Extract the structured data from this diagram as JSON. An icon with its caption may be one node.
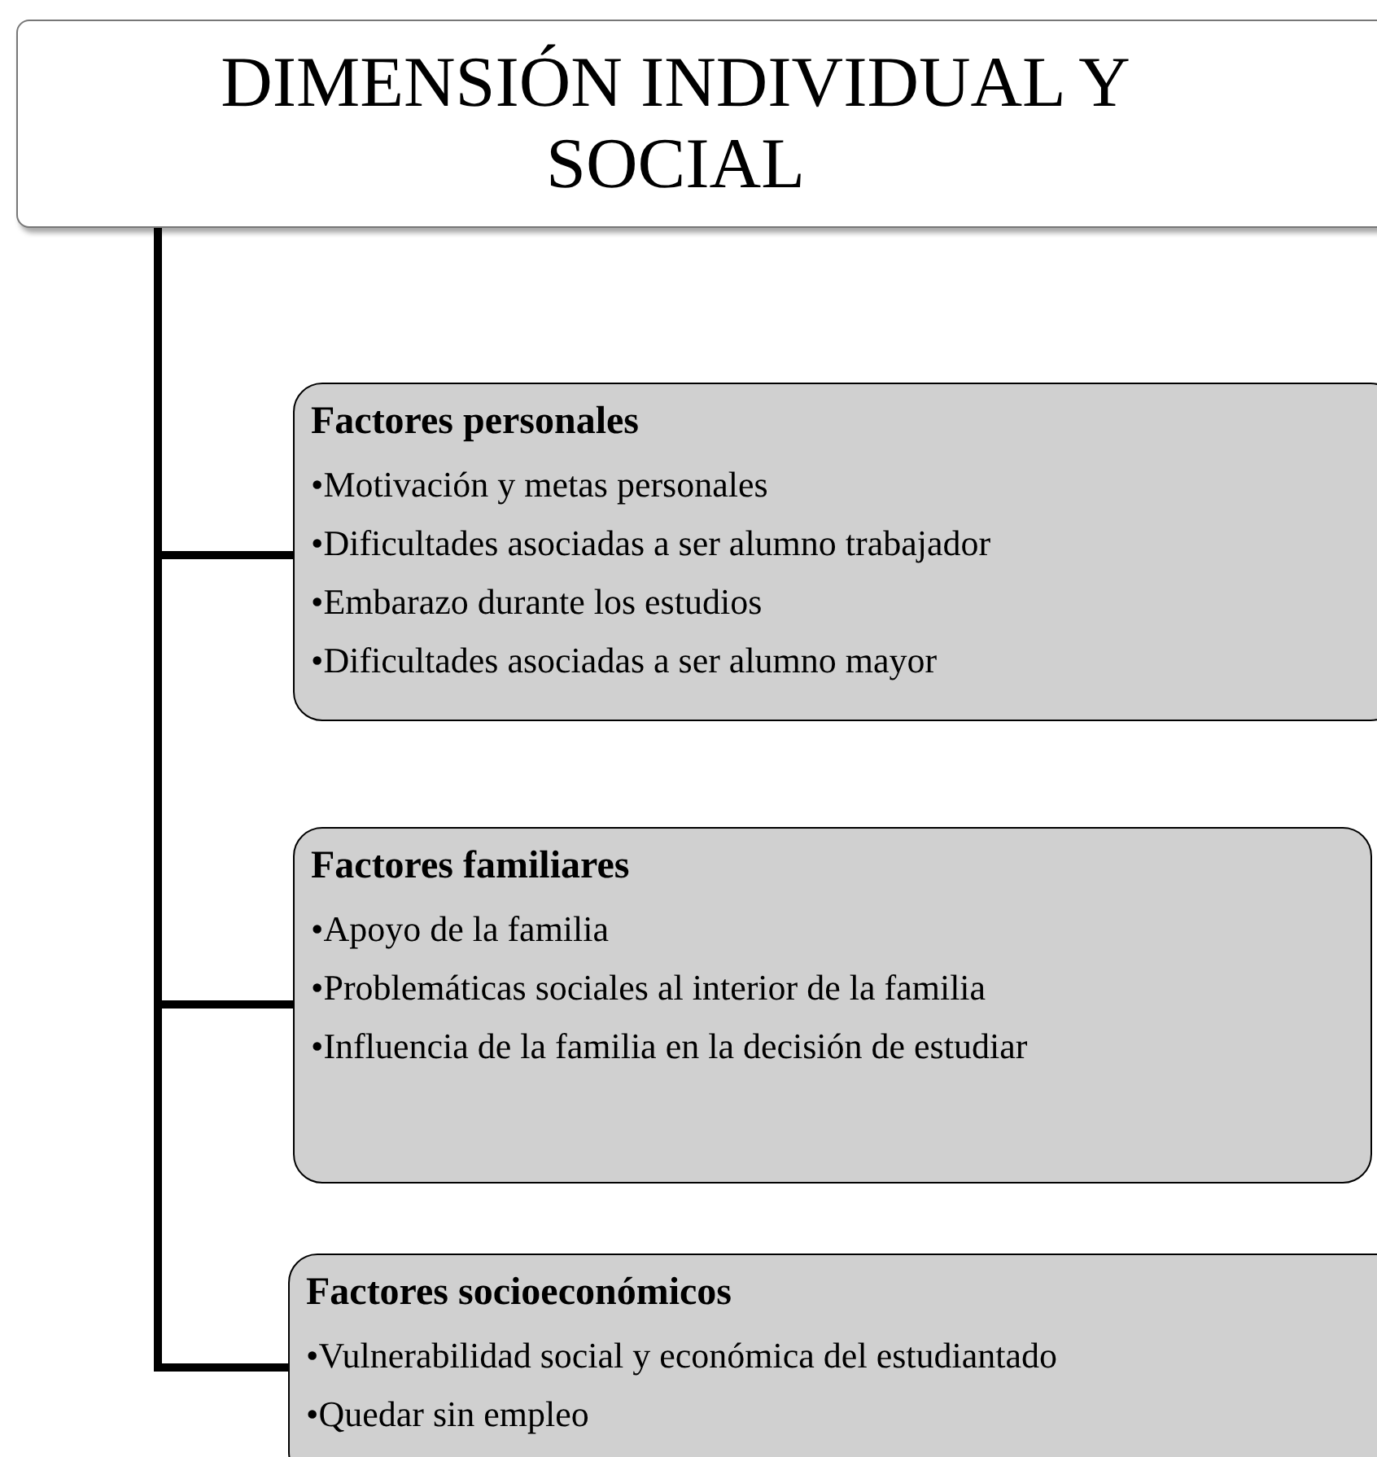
{
  "diagram": {
    "nodes": [
      {
        "text": [
          "DIMENSIÓN INDIVIDUAL Y SOCIAL"
        ]
      },
      {
        "text": [
          "Factores personales",
          "•Motivación y metas personales",
          "•Dificultades asociadas a ser alumno trabajador",
          "•Embarazo durante los estudios",
          "•Dificultades asociadas a ser alumno mayor"
        ]
      },
      {
        "text": [
          "Factores familiares",
          "•Apoyo de la familia",
          "•Problemáticas sociales al interior de la familia",
          "•Influencia de la familia en la decisión de estudiar"
        ]
      },
      {
        "text": [
          "Factores socioeconómicos",
          "•Vulnerabilidad social y económica del estudiantado",
          "•Quedar sin empleo"
        ]
      }
    ],
    "edges": [
      {
        "from": 0,
        "to": 1,
        "arrow": "none"
      },
      {
        "from": 0,
        "to": 2,
        "arrow": "none"
      },
      {
        "from": 0,
        "to": 3,
        "arrow": "none"
      }
    ]
  }
}
